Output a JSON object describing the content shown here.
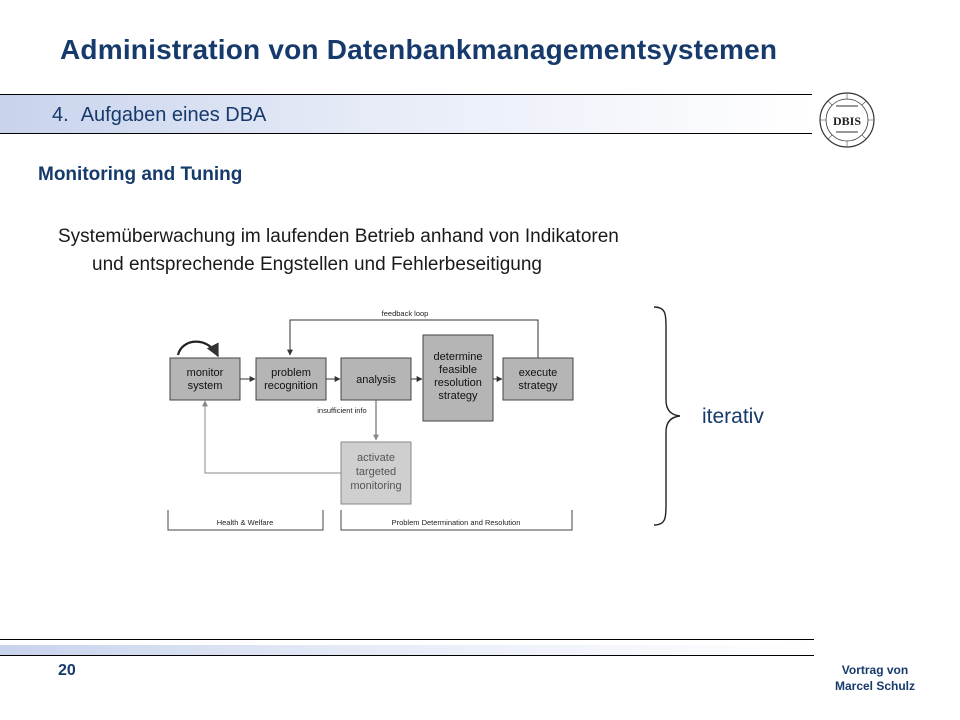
{
  "slide": {
    "title": "Administration von Datenbankmanagementsystemen",
    "section_number": "4.",
    "section_title": "Aufgaben eines DBA",
    "subtitle": "Monitoring and Tuning",
    "body_line1": "Systemüberwachung im laufenden Betrieb anhand von Indikatoren",
    "body_line2": "und entsprechende Engstellen und Fehlerbeseitigung",
    "iterativ_label": "iterativ",
    "page_number": "20",
    "presenter_line1": "Vortrag von",
    "presenter_line2": "Marcel Schulz",
    "logo_letters": "DBIS"
  },
  "diagram": {
    "feedback_label": "feedback loop",
    "insufficient_label": "insufficient info",
    "boxes": {
      "monitor": [
        "monitor",
        "system"
      ],
      "problem": [
        "problem",
        "recognition"
      ],
      "analysis": [
        "analysis"
      ],
      "determine": [
        "determine",
        "feasible",
        "resolution",
        "strategy"
      ],
      "execute": [
        "execute",
        "strategy"
      ],
      "activate": [
        "activate",
        "targeted",
        "monitoring"
      ]
    },
    "bracket_left": "Health & Welfare",
    "bracket_right": "Problem Determination and Resolution"
  },
  "colors": {
    "title_blue": "#163a6b",
    "box_fill": "#b5b5b5",
    "box_fill_dim": "#cfcfcf"
  }
}
